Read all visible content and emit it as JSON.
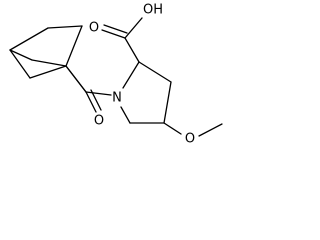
{
  "molecule": {
    "atoms": {
      "carboxyl_oh": "OH",
      "carbonyl_o_acid": "O",
      "ring_nitrogen": "N",
      "amide_o": "O",
      "ether_o": "O"
    }
  }
}
